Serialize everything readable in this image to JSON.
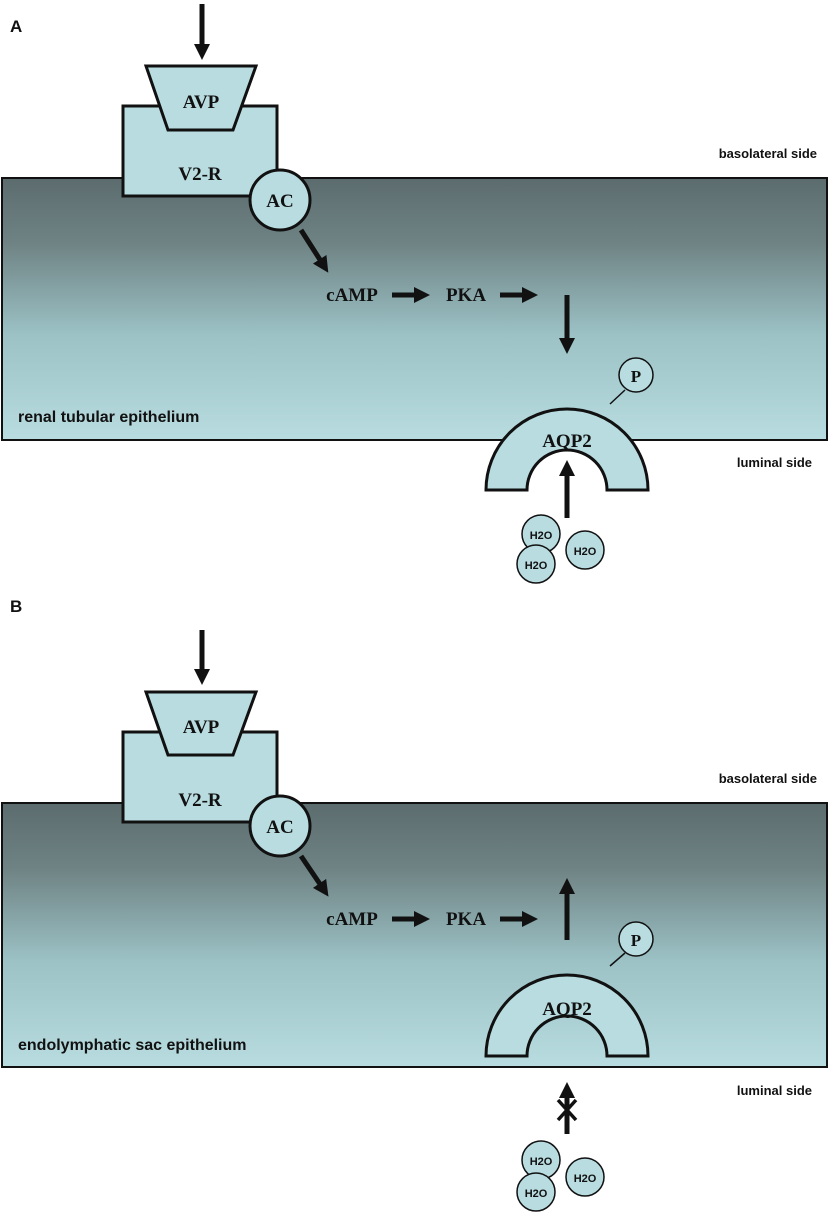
{
  "panels": [
    {
      "letter": "A",
      "ligand": "AVP",
      "receptor": "V2-R",
      "enzyme": "AC",
      "second_messenger": "cAMP",
      "kinase": "PKA",
      "channel": "AQP2",
      "phospho": "P",
      "basolateral_label": "basolateral side",
      "luminal_label": "luminal side",
      "epithelium_label": "renal tubular epithelium",
      "water": [
        "H2O",
        "H2O",
        "H2O"
      ],
      "water_blocked": false
    },
    {
      "letter": "B",
      "ligand": "AVP",
      "receptor": "V2-R",
      "enzyme": "AC",
      "second_messenger": "cAMP",
      "kinase": "PKA",
      "channel": "AQP2",
      "phospho": "P",
      "basolateral_label": "basolateral side",
      "luminal_label": "luminal side",
      "epithelium_label": "endolymphatic sac epithelium",
      "water": [
        "H2O",
        "H2O",
        "H2O"
      ],
      "water_blocked": true
    }
  ],
  "colors": {
    "cell_top": "#5c6c6e",
    "cell_bottom": "#b8dce0",
    "shape_fill": "#b8dce0",
    "stroke": "#111111"
  }
}
